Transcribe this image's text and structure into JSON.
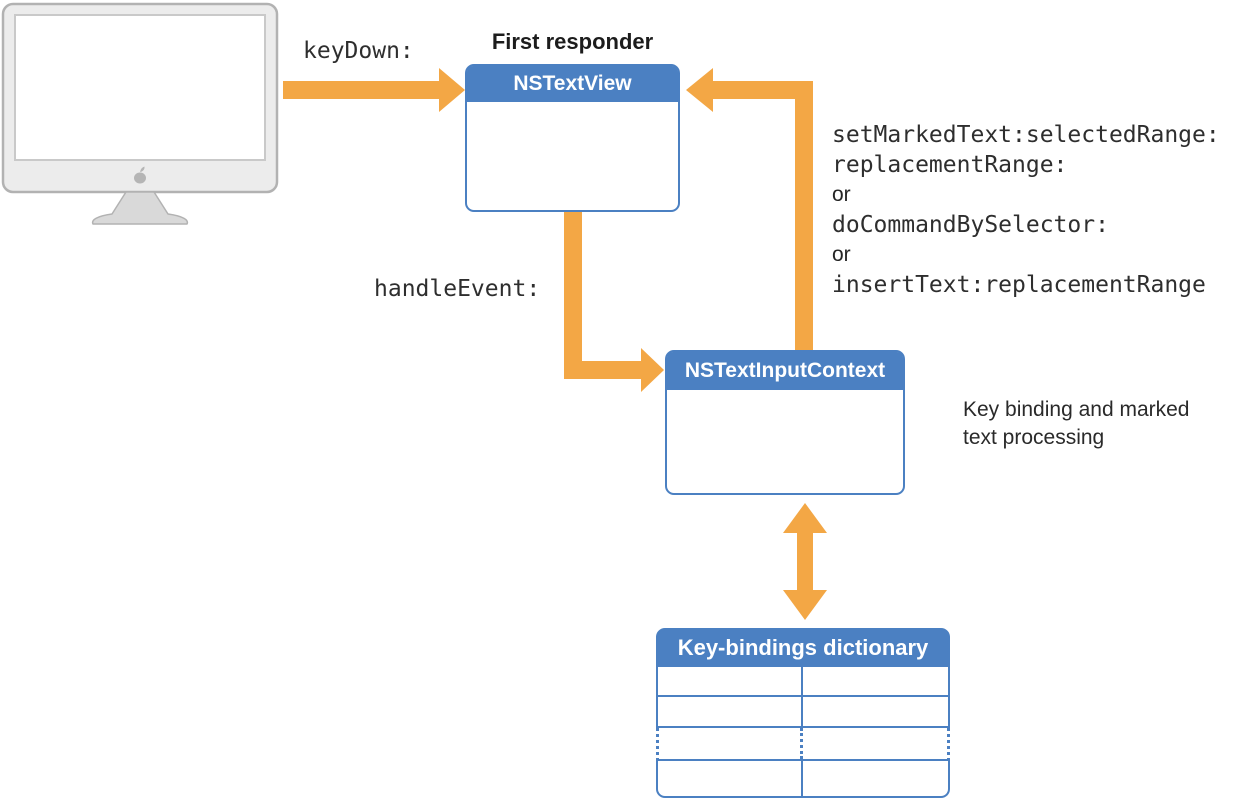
{
  "labels": {
    "first_responder": "First responder"
  },
  "nodes": {
    "nstextview": {
      "title": "NSTextView"
    },
    "nstextinputcontext": {
      "title": "NSTextInputContext",
      "annotation_lines": [
        "Key binding and marked",
        "text processing"
      ]
    },
    "key_bindings_dictionary": {
      "title": "Key-bindings dictionary",
      "columns": 2,
      "rows": 4,
      "ellipsis_row_index": 2
    }
  },
  "edges": {
    "keydown": {
      "label": "keyDown:",
      "from": "mac-display",
      "to": "NSTextView"
    },
    "handle_event": {
      "label": "handleEvent:",
      "from": "NSTextView",
      "to": "NSTextInputContext"
    },
    "callback": {
      "from": "NSTextInputContext",
      "to": "NSTextView",
      "lines": [
        "setMarkedText:selectedRange:",
        "replacementRange:",
        "or",
        "doCommandBySelector:",
        "or",
        "insertText:replacementRange"
      ]
    },
    "dictionary_lookup": {
      "from": "NSTextInputContext",
      "to": "Key-bindings dictionary",
      "bidirectional": true
    }
  },
  "icons": {
    "mac_display": "imac-illustration",
    "apple_logo": "apple-logo"
  },
  "colors": {
    "accent_blue": "#4b80c2",
    "arrow_orange": "#f3a745"
  }
}
